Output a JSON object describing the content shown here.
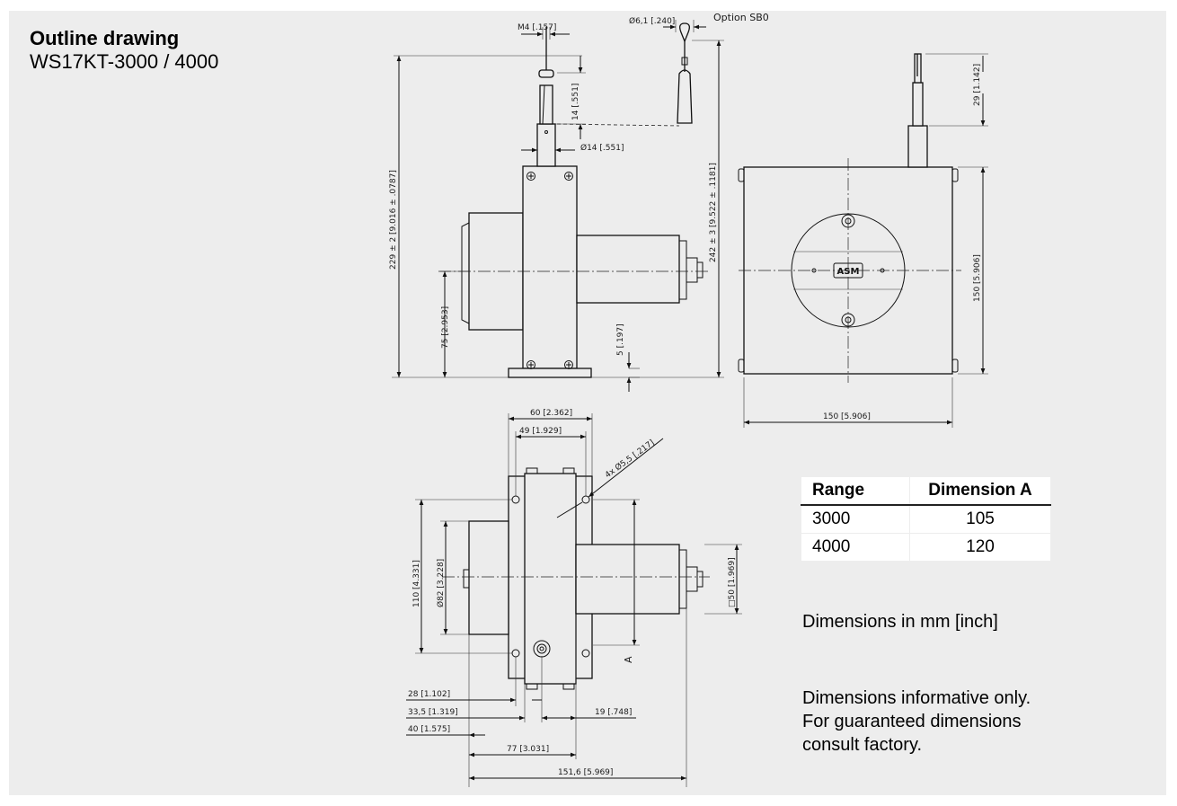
{
  "title": {
    "main": "Outline drawing",
    "model": "WS17KT-3000 / 4000"
  },
  "dimensions": {
    "m4": "M4 [.157]",
    "hook_dia": "Ø6,1 [.240]",
    "option": "Option SB0",
    "d14_v": "14 [.551]",
    "d14_dia": "Ø14 [.551]",
    "d229": "229 ± 2 [9.016 ± .0787]",
    "d242": "242 ± 3 [9.522 ± .1181]",
    "d75": "75 [2.953]",
    "d5": "5 [.197]",
    "d29": "29 [1.142]",
    "d150_v": "150 [5.906]",
    "d150_h": "150 [5.906]",
    "d60": "60 [2.362]",
    "d49": "49 [1.929]",
    "holes": "4x Ø5,5 [.217]",
    "d110": "110 [4.331]",
    "d82": "Ø82 [3.228]",
    "d50": "□50 [1.969]",
    "dimA": "A",
    "d28": "28 [1.102]",
    "d33": "33,5 [1.319]",
    "d40": "40 [1.575]",
    "d19": "19 [.748]",
    "d77": "77 [3.031]",
    "d151": "151,6 [5.969]",
    "logo": "ASM"
  },
  "table": {
    "headers": [
      "Range",
      "Dimension A"
    ],
    "rows": [
      {
        "range": "3000",
        "dim_a": "105"
      },
      {
        "range": "4000",
        "dim_a": "120"
      }
    ]
  },
  "notes": {
    "units": "Dimensions in mm [inch]",
    "informative": [
      "Dimensions informative only.",
      "For guaranteed dimensions",
      "consult factory."
    ]
  }
}
